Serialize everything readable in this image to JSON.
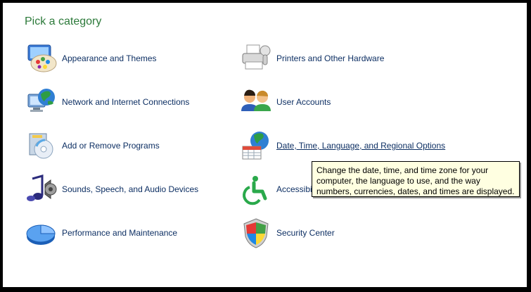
{
  "title": "Pick a category",
  "categories": [
    {
      "label": "Appearance and Themes",
      "icon": "appearance-themes-icon"
    },
    {
      "label": "Network and Internet Connections",
      "icon": "network-internet-icon"
    },
    {
      "label": "Add or Remove Programs",
      "icon": "add-remove-programs-icon"
    },
    {
      "label": "Sounds, Speech, and Audio Devices",
      "icon": "sounds-speech-audio-icon"
    },
    {
      "label": "Performance and Maintenance",
      "icon": "performance-maintenance-icon"
    },
    {
      "label": "Printers and Other Hardware",
      "icon": "printers-hardware-icon"
    },
    {
      "label": "User Accounts",
      "icon": "user-accounts-icon"
    },
    {
      "label": "Date, Time, Language, and Regional Options",
      "icon": "date-time-language-regional-icon"
    },
    {
      "label": "Accessibility Options",
      "visible_label": "Accessibi",
      "icon": "accessibility-options-icon"
    },
    {
      "label": "Security Center",
      "icon": "security-center-icon"
    }
  ],
  "tooltip": {
    "text": "Change the date, time, and time zone for your computer, the language to use, and the way numbers, currencies, dates, and times are displayed."
  }
}
